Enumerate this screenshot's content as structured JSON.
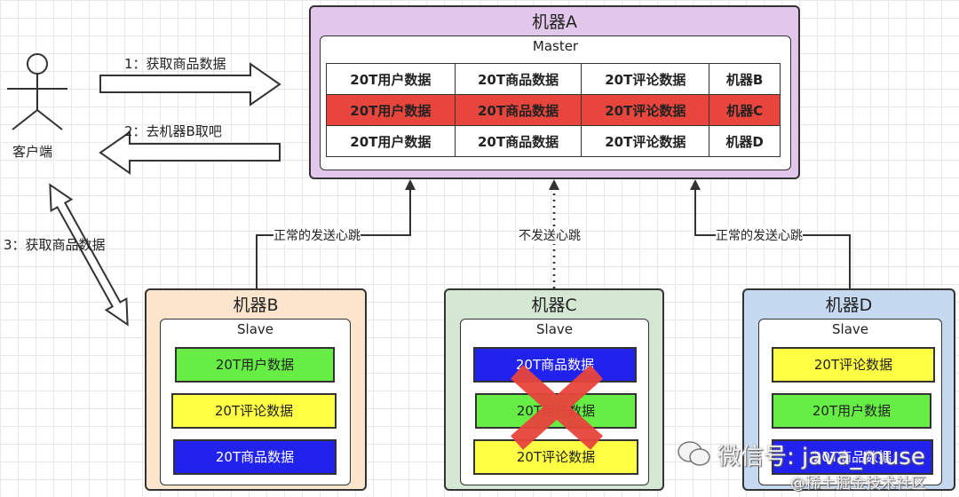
{
  "client": {
    "label": "客户端"
  },
  "arrows": {
    "step1": "1：获取商品数据",
    "step2": "2：去机器B取吧",
    "step3": "3：获取商品数据"
  },
  "master": {
    "title": "机器A",
    "inner_title": "Master",
    "rows": [
      {
        "cells": [
          "20T用户数据",
          "20T商品数据",
          "20T评论数据",
          "机器B"
        ],
        "highlight": false
      },
      {
        "cells": [
          "20T用户数据",
          "20T商品数据",
          "20T评论数据",
          "机器C"
        ],
        "highlight": true
      },
      {
        "cells": [
          "20T用户数据",
          "20T商品数据",
          "20T评论数据",
          "机器D"
        ],
        "highlight": false
      }
    ]
  },
  "heartbeats": {
    "b": "正常的发送心跳",
    "c": "不发送心跳",
    "d": "正常的发送心跳"
  },
  "slaves": [
    {
      "title": "机器B",
      "inner_title": "Slave",
      "bg": "#fce5cd",
      "blocks": [
        {
          "label": "20T用户数据",
          "color": "#66ee44"
        },
        {
          "label": "20T评论数据",
          "color": "#ffff44"
        },
        {
          "label": "20T商品数据",
          "color": "#2222ee"
        }
      ]
    },
    {
      "title": "机器C",
      "inner_title": "Slave",
      "bg": "#d5e8d4",
      "blocks": [
        {
          "label": "20T商品数据",
          "color": "#2222ee"
        },
        {
          "label": "20T用户数据",
          "color": "#66ee44"
        },
        {
          "label": "20T评论数据",
          "color": "#ffff44"
        }
      ],
      "failed": true
    },
    {
      "title": "机器D",
      "inner_title": "Slave",
      "bg": "#c5d9f1",
      "blocks": [
        {
          "label": "20T评论数据",
          "color": "#ffff44"
        },
        {
          "label": "20T用户数据",
          "color": "#66ee44"
        },
        {
          "label": "20T商品数据",
          "color": "#2222ee"
        }
      ]
    }
  ],
  "colors": {
    "master_bg": "#e1c7ea",
    "highlight_row": "#e8453c",
    "cross": "#e8453c"
  },
  "watermark": {
    "line1": "微信号: java_muse",
    "line2": "@稀土掘金技术社区"
  }
}
